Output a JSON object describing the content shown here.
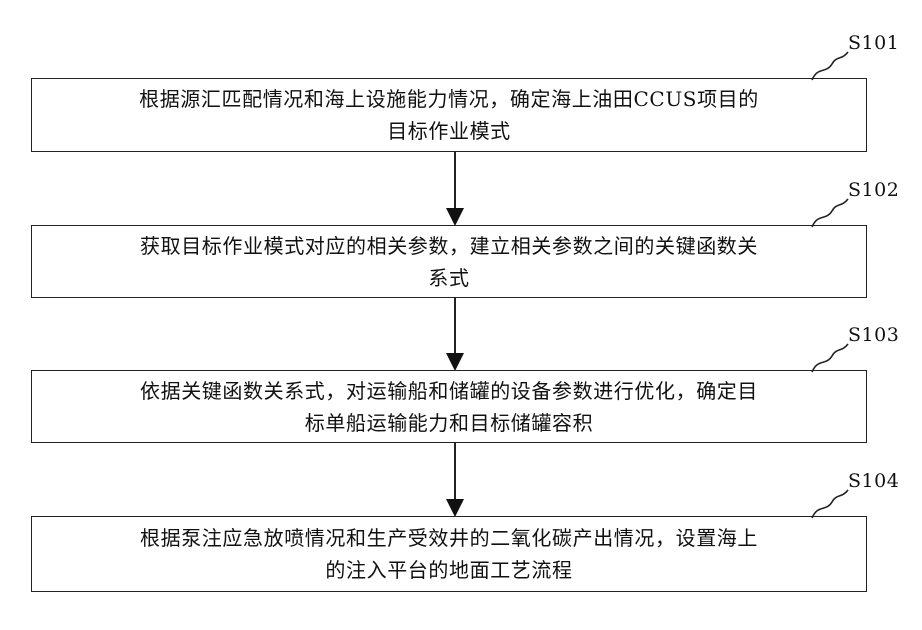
{
  "steps": [
    {
      "id": "S101",
      "lines": [
        "根据源汇匹配情况和海上设施能力情况，确定海上油田CCUS项目的",
        "目标作业模式"
      ]
    },
    {
      "id": "S102",
      "lines": [
        "获取目标作业模式对应的相关参数，建立相关参数之间的关键函数关",
        "系式"
      ]
    },
    {
      "id": "S103",
      "lines": [
        "依据关键函数关系式，对运输船和储罐的设备参数进行优化，确定目",
        "标单船运输能力和目标储罐容积"
      ]
    },
    {
      "id": "S104",
      "lines": [
        "根据泵注应急放喷情况和生产受效井的二氧化碳产出情况，设置海上",
        "的注入平台的地面工艺流程"
      ]
    }
  ]
}
